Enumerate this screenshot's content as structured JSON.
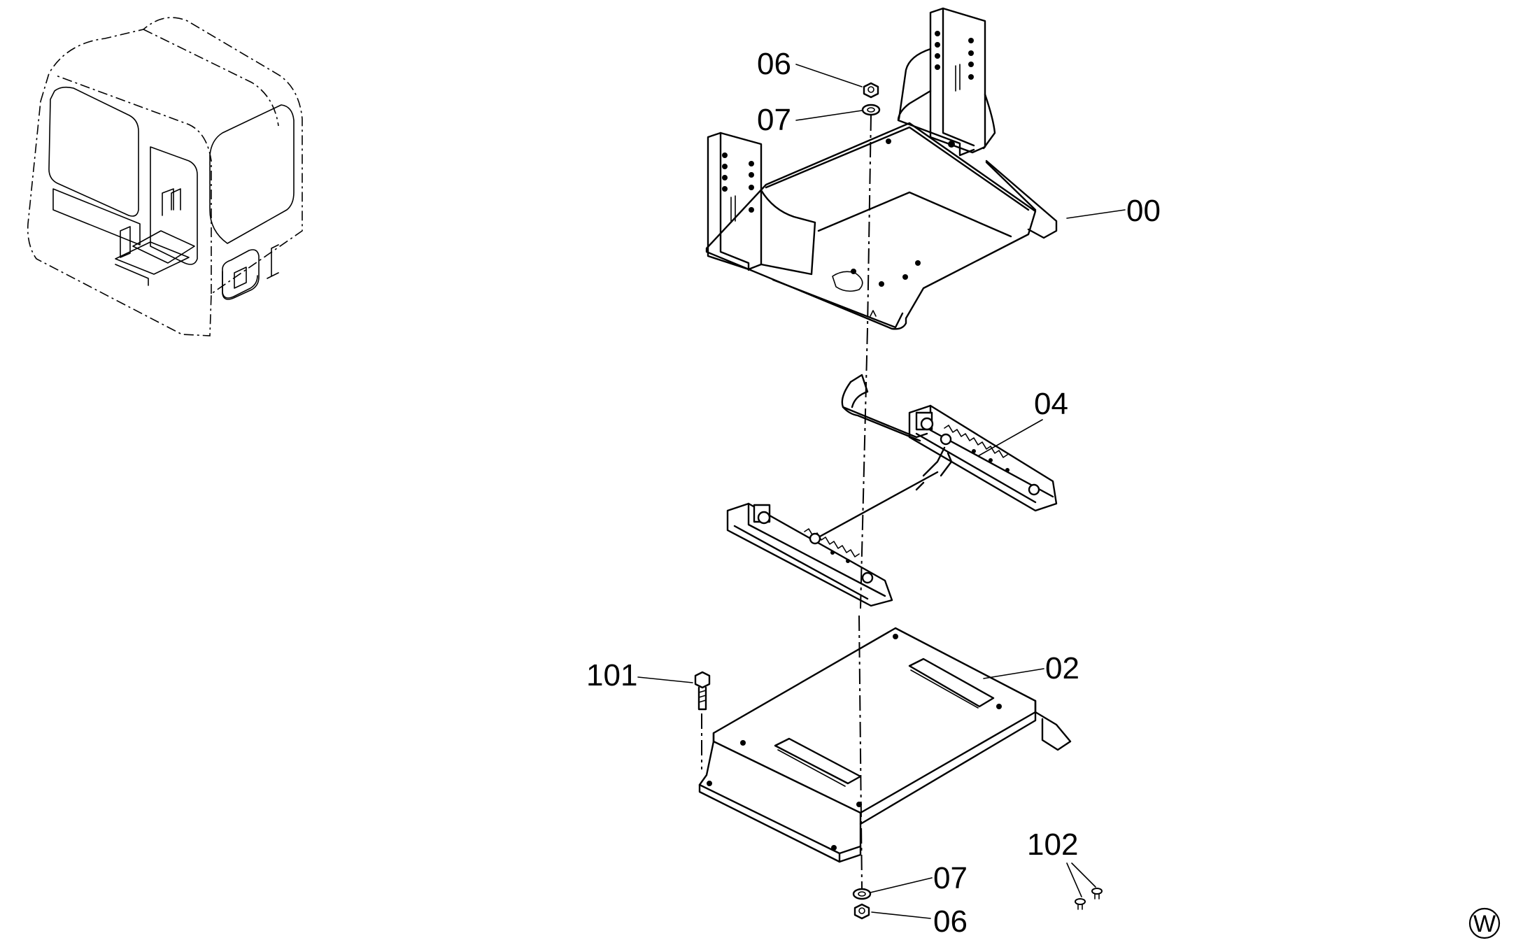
{
  "labels": {
    "p00": "00",
    "p02": "02",
    "p04": "04",
    "p06_top": "06",
    "p07_top": "07",
    "p06_bottom": "06",
    "p07_bottom": "07",
    "p101": "101",
    "p102": "102",
    "cab_number": "01"
  },
  "corner_mark": "W"
}
